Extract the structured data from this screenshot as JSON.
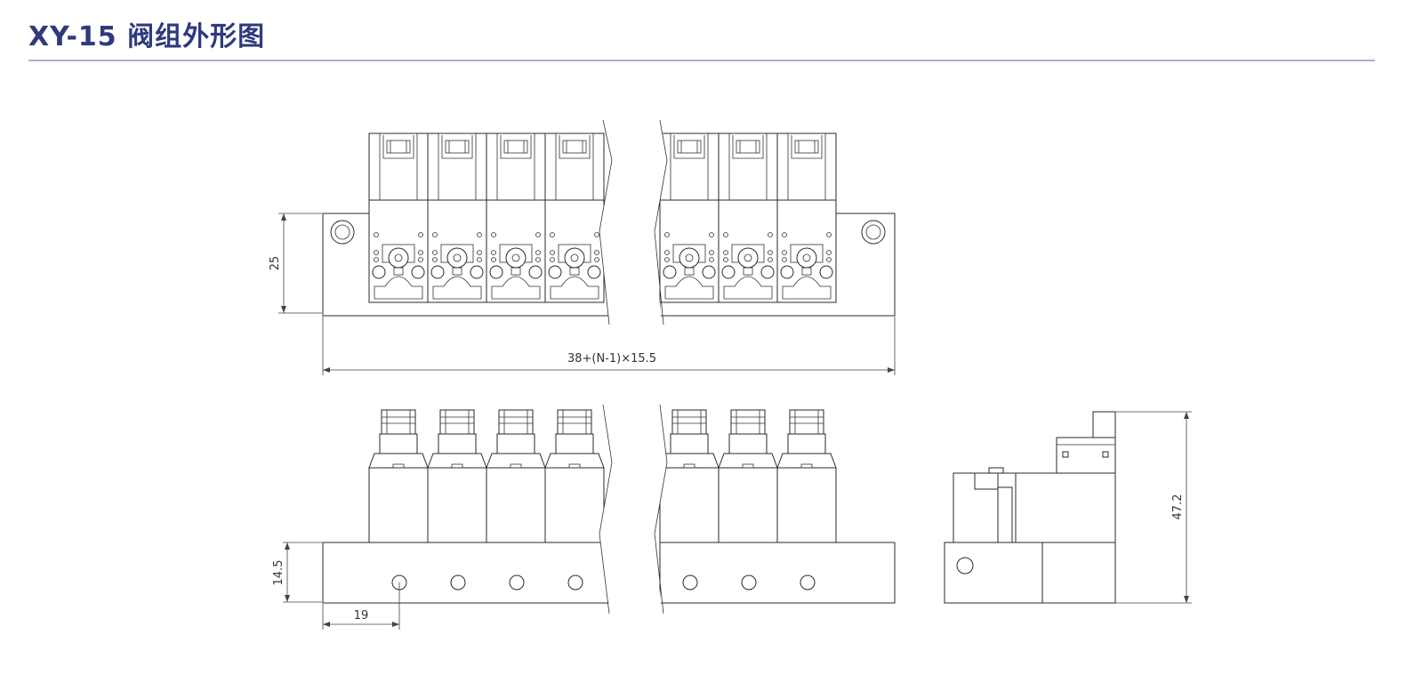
{
  "title": "XY-15 阀组外形图",
  "dimensions": {
    "height_top": "25",
    "length_formula": "38+(N-1)×15.5",
    "height_front": "14.5",
    "first_pitch": "19",
    "height_side": "47.2"
  },
  "colors": {
    "title": "#2f3a7e",
    "rule": "#a9b1d6",
    "line": "#2a2a2a"
  }
}
